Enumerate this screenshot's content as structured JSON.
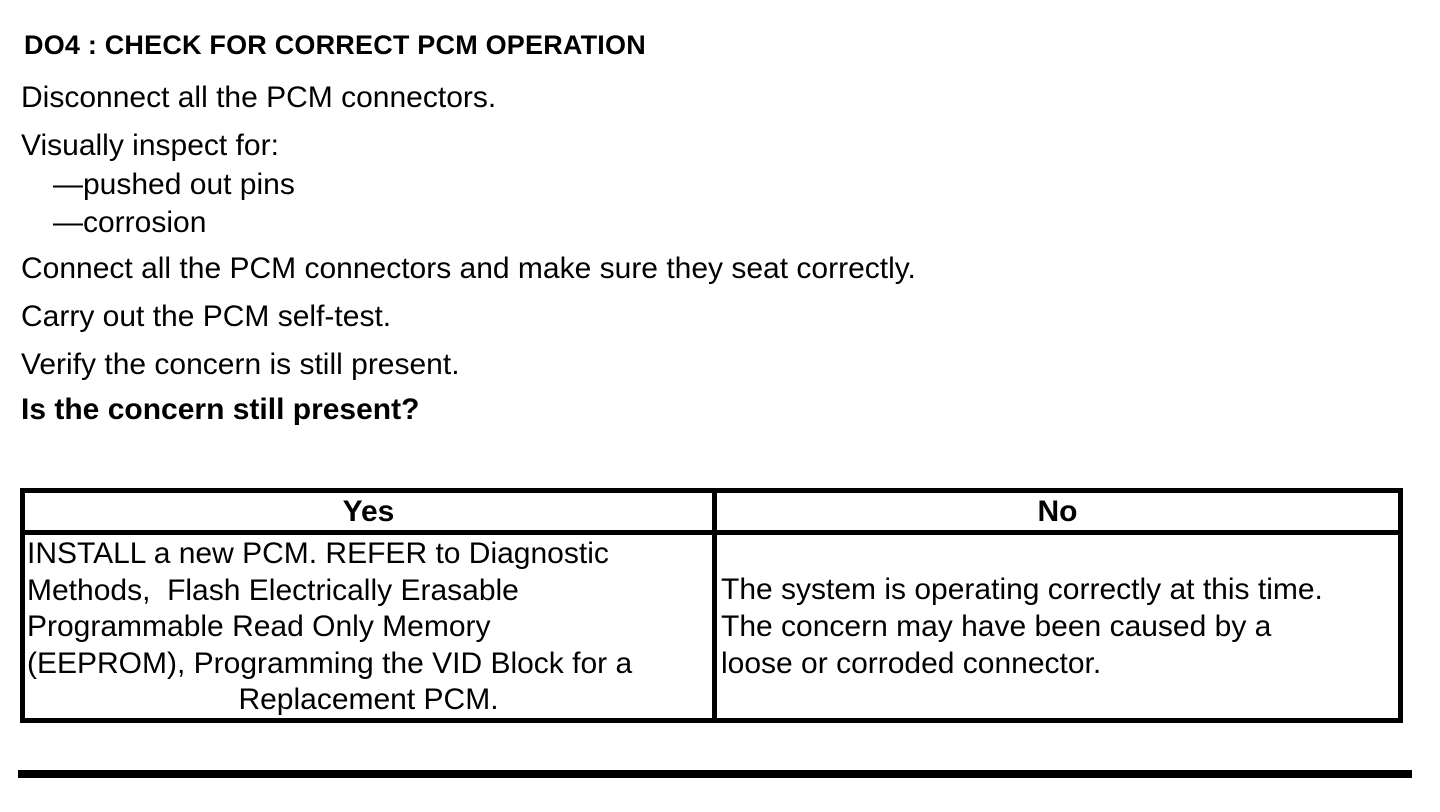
{
  "document": {
    "title": "DO4 : CHECK FOR CORRECT PCM OPERATION",
    "instructions": [
      "Disconnect all the PCM connectors.",
      "Visually inspect for:",
      "—pushed out pins",
      "—corrosion",
      "Connect all the PCM connectors and make sure they seat correctly.",
      "Carry out the PCM self-test.",
      "Verify the concern is still present."
    ],
    "question": "Is the concern still present?",
    "results_table": {
      "headers": [
        "Yes",
        "No"
      ],
      "yes_cell_lines": [
        "INSTALL a new PCM. REFER to Diagnostic",
        "Methods,  Flash Electrically Erasable",
        "Programmable Read Only Memory",
        "(EEPROM), Programming the VID Block for a",
        "Replacement PCM."
      ],
      "no_cell_lines": [
        "The system is operating correctly at this time.",
        "The concern may have been caused by a",
        "loose or corroded connector."
      ]
    },
    "colors": {
      "text": "#000000",
      "background": "#ffffff",
      "table_border": "#000000"
    }
  }
}
